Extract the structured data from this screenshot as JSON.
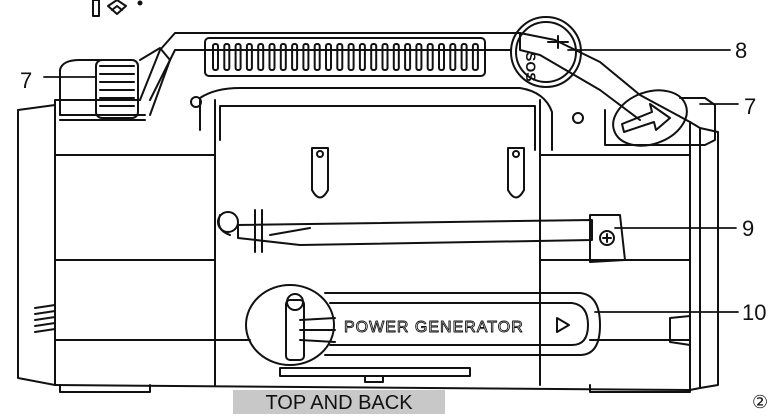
{
  "callouts": {
    "c7_left": "7",
    "c7_right": "7",
    "c8": "8",
    "c9": "9",
    "c10": "10"
  },
  "device": {
    "sos_label": "SOS",
    "generator_label": "POWER GENERATOR"
  },
  "caption": "TOP AND BACK",
  "page_mark": "②",
  "colors": {
    "line": "#111111",
    "caption_bg": "#c8c8c8",
    "background": "#ffffff"
  }
}
